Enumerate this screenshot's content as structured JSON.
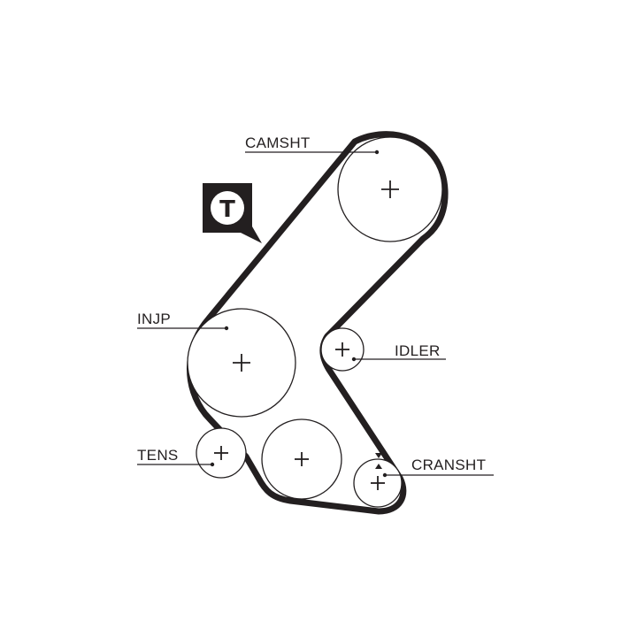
{
  "badge": {
    "letter": "T"
  },
  "labels": {
    "camshaft": "CAMSHT",
    "injection_pump": "INJP",
    "idler": "IDLER",
    "tensioner": "TENS",
    "crankshaft": "CRANSHT"
  },
  "colors": {
    "ink": "#231f20",
    "background": "#ffffff"
  }
}
